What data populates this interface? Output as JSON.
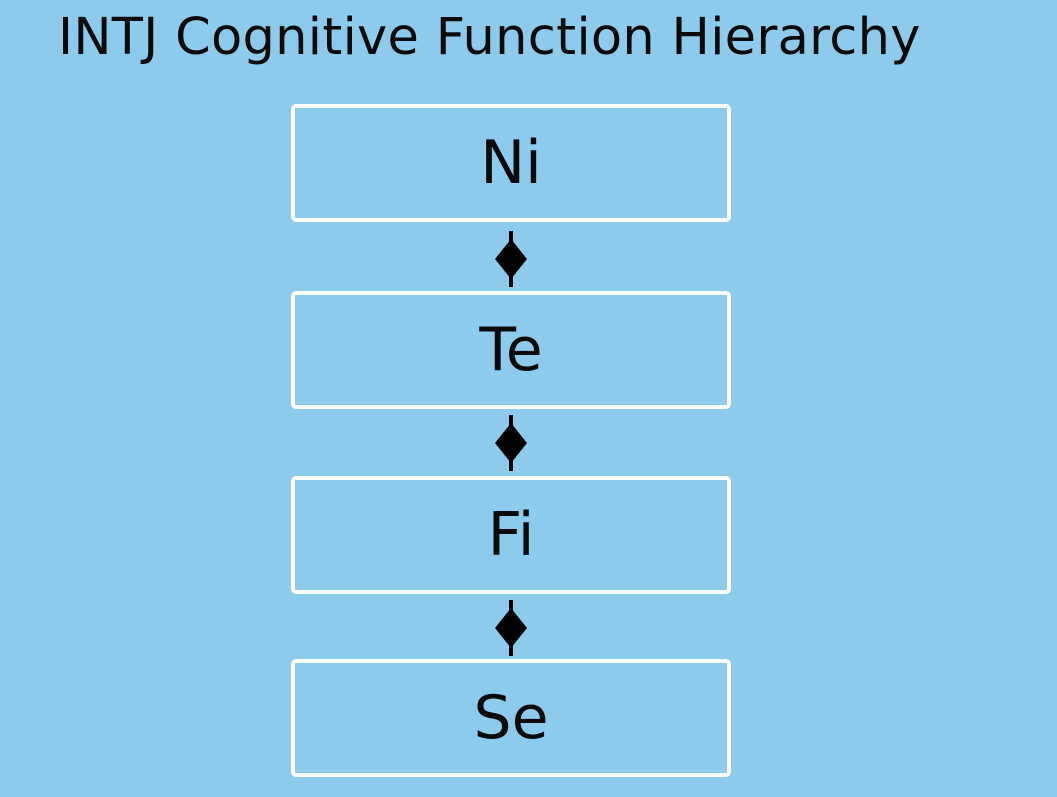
{
  "diagram": {
    "title": "INTJ Cognitive Function Hierarchy",
    "nodes": [
      {
        "label": "Ni"
      },
      {
        "label": "Te"
      },
      {
        "label": "Fi"
      },
      {
        "label": "Se"
      }
    ],
    "connector_icon": "bidirectional-diamond-arrow-icon"
  },
  "colors": {
    "background": "#8dcbec",
    "node_border": "#ffffff",
    "text": "#0a0a0a",
    "connector": "#000000"
  }
}
